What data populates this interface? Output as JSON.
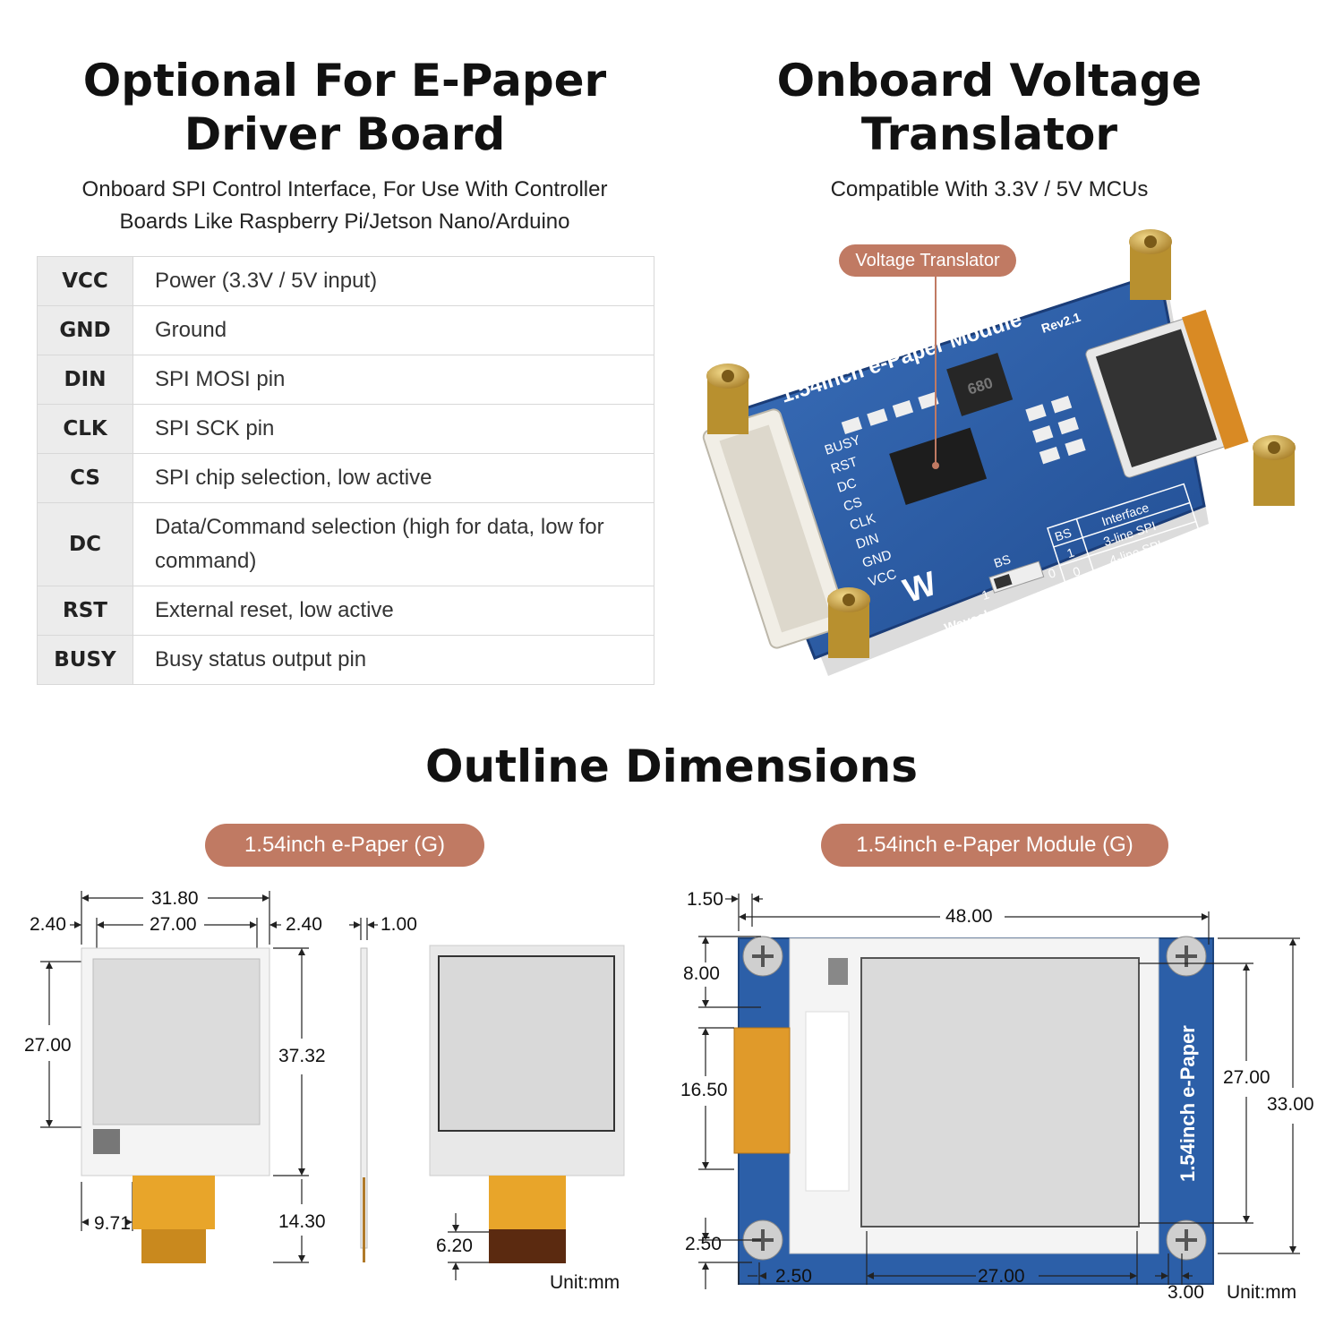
{
  "left": {
    "title_line1": "Optional For E-Paper",
    "title_line2": "Driver Board",
    "subtitle_line1": "Onboard SPI Control Interface, For Use With Controller",
    "subtitle_line2": "Boards Like Raspberry Pi/Jetson Nano/Arduino"
  },
  "pins": [
    {
      "pin": "VCC",
      "desc": "Power (3.3V / 5V input)"
    },
    {
      "pin": "GND",
      "desc": "Ground"
    },
    {
      "pin": "DIN",
      "desc": "SPI MOSI pin"
    },
    {
      "pin": "CLK",
      "desc": "SPI SCK pin"
    },
    {
      "pin": "CS",
      "desc": "SPI chip selection, low active"
    },
    {
      "pin": "DC",
      "desc": "Data/Command selection (high for data, low for command)"
    },
    {
      "pin": "RST",
      "desc": "External reset, low active"
    },
    {
      "pin": "BUSY",
      "desc": "Busy status output pin"
    }
  ],
  "right": {
    "title_line1": "Onboard Voltage",
    "title_line2": "Translator",
    "subtitle": "Compatible With 3.3V / 5V MCUs",
    "callout": "Voltage Translator"
  },
  "board": {
    "name": "1.54inch e-Paper Module",
    "rev": "Rev2.1",
    "brand": "Waveshare",
    "pin_labels": [
      "BUSY",
      "RST",
      "DC",
      "CS",
      "CLK",
      "DIN",
      "GND",
      "VCC"
    ],
    "bs_table": {
      "h1": "BS",
      "h2": "Interface",
      "r1c1": "1",
      "r1c2": "3-line SPI",
      "r2c1": "0",
      "r2c2": "4-line SPI"
    },
    "bs_label": "BS",
    "bs_1": "1",
    "bs_0": "0",
    "chip": "680"
  },
  "dims": {
    "title": "Outline Dimensions",
    "unit": "Unit:mm",
    "panel": {
      "label": "1.54inch e-Paper (G)",
      "w_total": "31.80",
      "w_active": "27.00",
      "m_left": "2.40",
      "m_right": "2.40",
      "thickness": "1.00",
      "h_active": "27.00",
      "h_total": "37.32",
      "fpc_offset": "9.71",
      "fpc_len": "14.30",
      "fpc_tail": "6.20"
    },
    "module": {
      "label": "1.54inch e-Paper Module (G)",
      "m_top": "1.50",
      "w_holes": "48.00",
      "hole_y": "8.00",
      "fpc_h": "16.50",
      "hole_bottom": "2.50",
      "hole_left": "2.50",
      "w_active": "27.00",
      "h_active": "27.00",
      "h_total": "33.00",
      "m_right": "3.00",
      "side_label": "1.54inch e-Paper"
    }
  },
  "colors": {
    "accent": "#c07a63",
    "pcb": "#2a5ca6",
    "brass": "#c9a24a"
  }
}
